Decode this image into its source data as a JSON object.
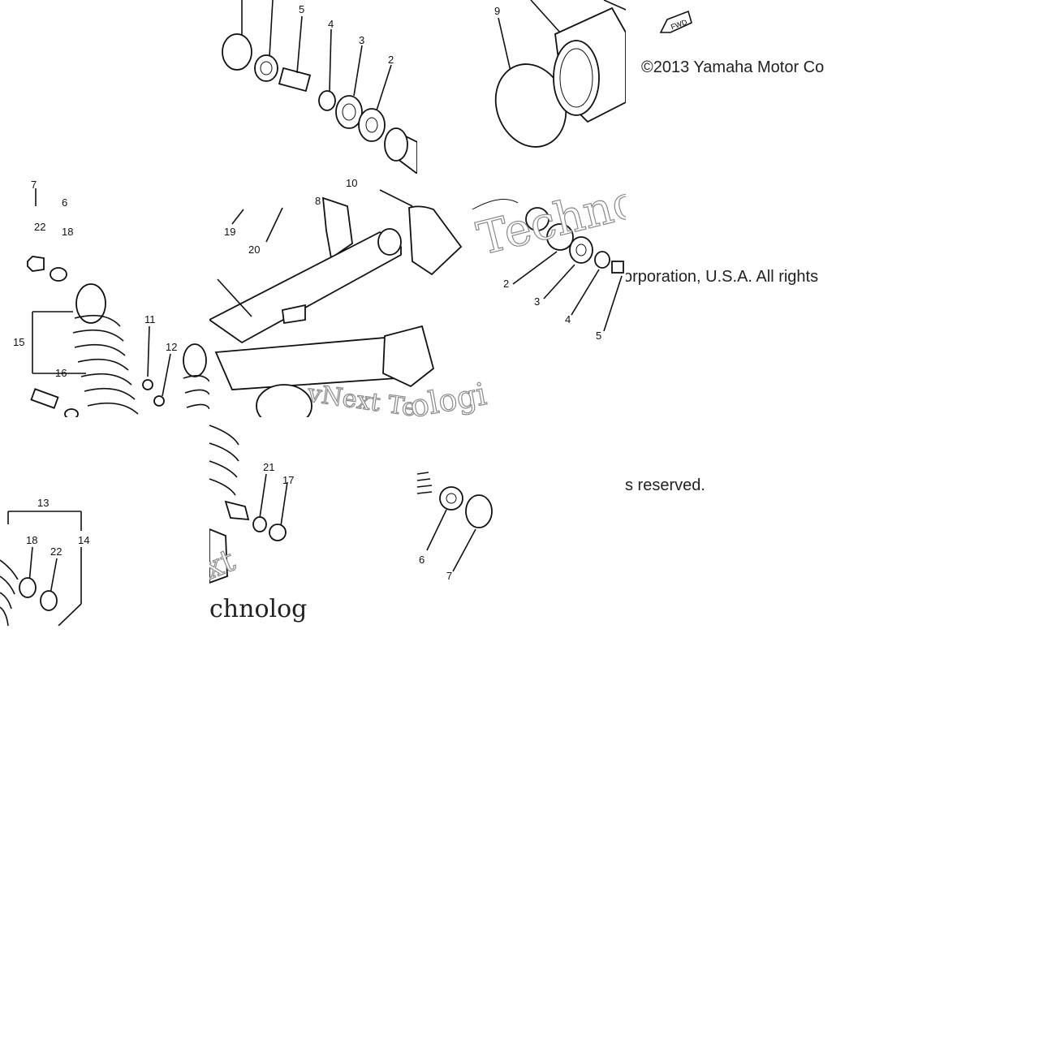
{
  "diagram": {
    "fwd_label": "FWD",
    "copyright_lines": [
      "©2013 Yamaha Motor Co",
      "orporation, U.S.A. All rights",
      "s reserved."
    ],
    "watermark_lines": [
      "vNext Te",
      "Techno",
      "ologi",
      "xt",
      "chnolog"
    ],
    "callouts_top": [
      "5",
      "4",
      "3",
      "2",
      "9"
    ],
    "callouts_left": [
      "7",
      "6",
      "22",
      "18",
      "15",
      "16",
      "11",
      "12"
    ],
    "callouts_center": [
      "10",
      "8",
      "19",
      "20",
      "2",
      "3",
      "4",
      "5"
    ],
    "callouts_bottom_left": [
      "13",
      "14",
      "18",
      "22"
    ],
    "callouts_bottom_center": [
      "21",
      "17"
    ],
    "callouts_bottom_right": [
      "6",
      "7"
    ]
  }
}
